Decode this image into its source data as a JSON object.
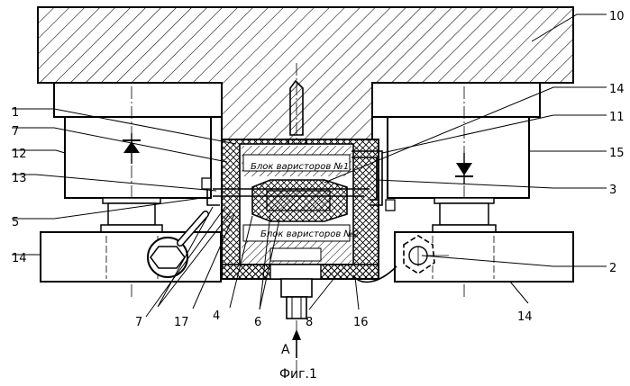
{
  "figure": {
    "caption": "Фиг.1",
    "view_label": "А",
    "block1": "Блок варисторов №1",
    "block2": "Блок варисторов №2"
  },
  "labels": {
    "l1": "1",
    "l7a": "7",
    "l12": "12",
    "l13": "13",
    "l5": "5",
    "l14a": "14",
    "l7b": "7",
    "l17": "17",
    "l4": "4",
    "l6": "6",
    "l8": "8",
    "l16": "16",
    "l14b": "14",
    "l2": "2",
    "l3": "3",
    "l15": "15",
    "l11": "11",
    "l14c": "14",
    "l10": "10"
  }
}
